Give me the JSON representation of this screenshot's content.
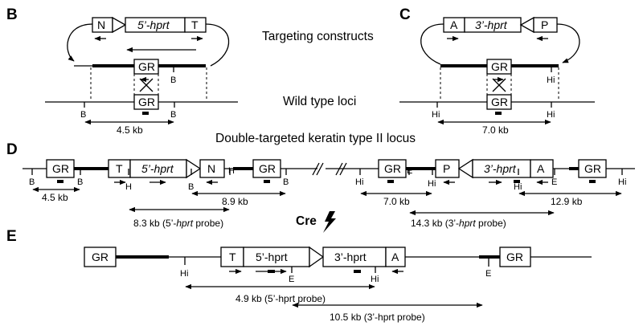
{
  "panels": {
    "B": "B",
    "C": "C",
    "D": "D",
    "E": "E"
  },
  "headings": {
    "targeting": "Targeting constructs",
    "wildtype": "Wild type loci",
    "double": "Double-targeted keratin type II locus",
    "cre": "Cre"
  },
  "boxes": {
    "GR": "GR",
    "N": "N",
    "T": "T",
    "A": "A",
    "P": "P"
  },
  "hprt": {
    "five": "5’-hprt",
    "three": "3’-hprt",
    "five_plain": "5’-hprt",
    "three_plain": "3’-hprt"
  },
  "sites": {
    "B": "B",
    "Hi": "Hi",
    "H": "H",
    "E": "E"
  },
  "sizes": {
    "b_wt": "4.5 kb",
    "c_wt": "7.0 kb",
    "d_b1": "4.5 kb",
    "d_b2": "8.9 kb",
    "d_h1": "7.0 kb",
    "d_h2": "12.9 kb",
    "e_5": "4.9 kb (5’-hprt probe)",
    "e_3": "10.5 kb (3’-hprt probe)"
  },
  "probes": {
    "d5_num": "8.3 kb (5’-",
    "d5_it": "hprt",
    "d5_tail": " probe)",
    "d3_num": "14.3 kb (3’-",
    "d3_it": "hprt",
    "d3_tail": " probe)"
  }
}
